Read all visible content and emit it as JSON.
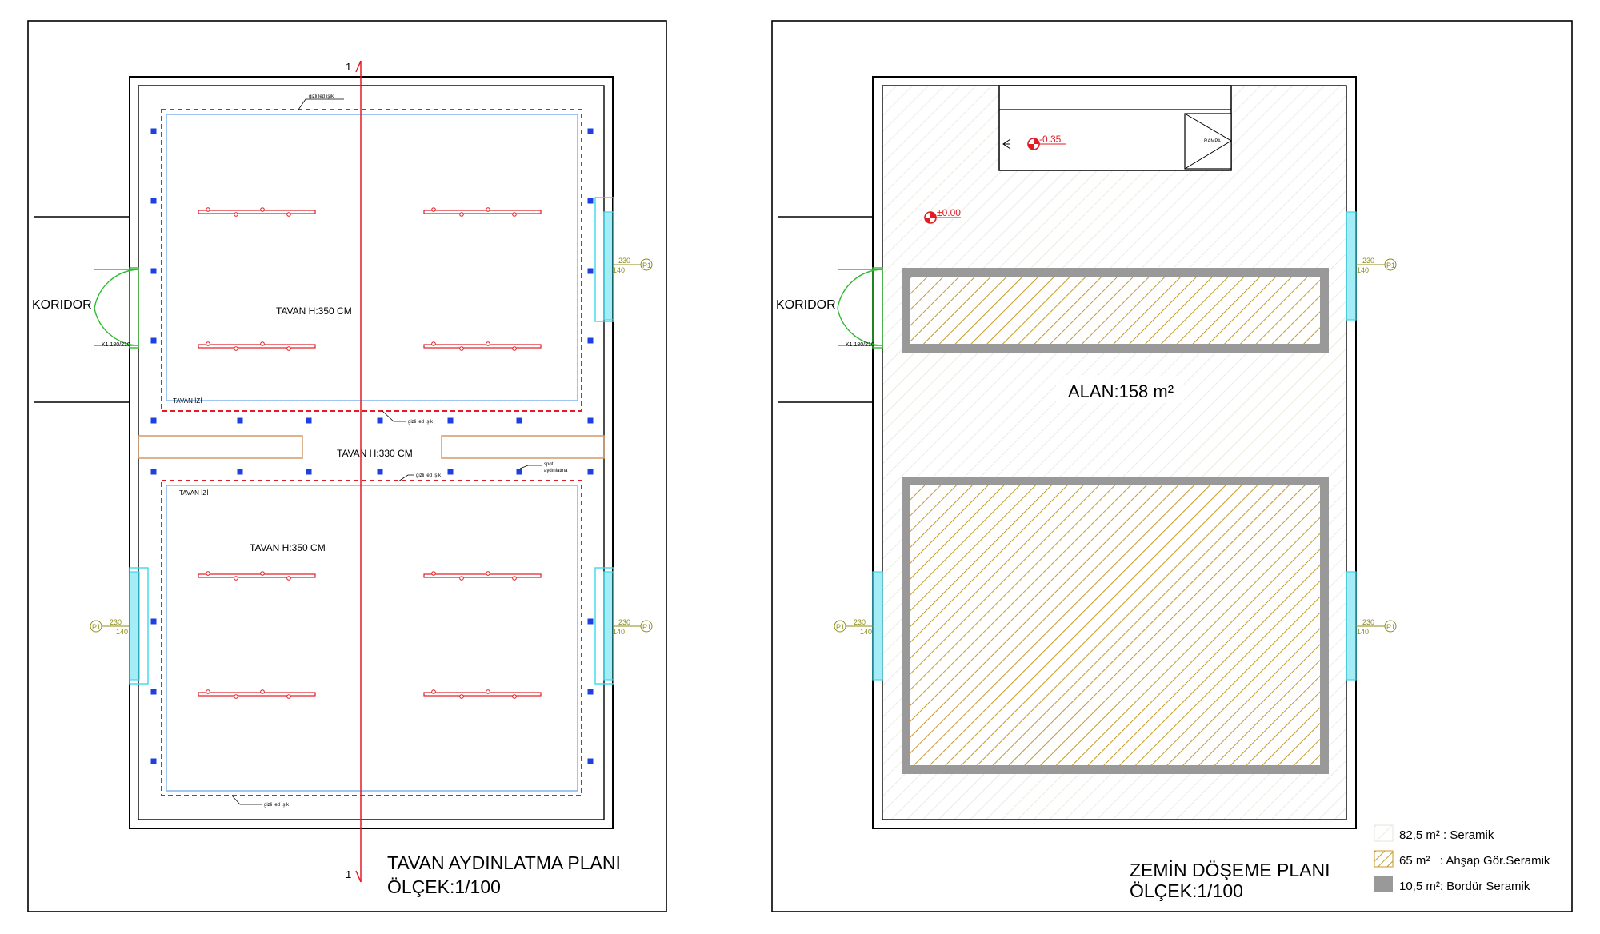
{
  "colors": {
    "wall": "#000000",
    "red_line": "#e31b23",
    "spot": "#1f3fe0",
    "window": "#38d8ec",
    "door": "#2dbb2d",
    "ceiling_trace": "#8ab8ee",
    "beam": "#d29a6a",
    "tag": "#8c8c18",
    "parquet": "#c59a2a",
    "border": "#999999",
    "ceramic_hatch": "#dcd8cc"
  },
  "ceiling_plan": {
    "title": "TAVAN AYDINLATMA PLANI",
    "scale": "ÖLÇEK:1/100",
    "corridor": "KORIDOR",
    "door_tag": "K1 180/210",
    "section_mark": "1",
    "ceiling_height_upper": "TAVAN H:350 CM",
    "ceiling_height_middle": "TAVAN H:330 CM",
    "ceiling_height_lower": "TAVAN H:350 CM",
    "ceiling_trace_label": "TAVAN İZİ",
    "led_label": "gizli led ışık",
    "spot_label_line1": "spot",
    "spot_label_line2": "aydınlatma",
    "window_tag": "P1",
    "window_w": "230",
    "window_h": "140"
  },
  "floor_plan": {
    "title": "ZEMİN DÖŞEME PLANI",
    "scale": "ÖLÇEK:1/100",
    "corridor": "KORIDOR",
    "door_tag": "K1 180/210",
    "area": "ALAN:158 m²",
    "level_stage": "-0.35",
    "level_floor": "±0.00",
    "ramp": "RAMPA",
    "window_tag": "P1",
    "window_w": "230",
    "window_h": "140"
  },
  "legend": [
    {
      "text": "82,5 m² : Seramik",
      "swatch": "ceramic"
    },
    {
      "text": "65 m²   : Ahşap Gör.Seramik",
      "swatch": "parquet"
    },
    {
      "text": "10,5 m²: Bordür Seramik",
      "swatch": "border"
    }
  ]
}
